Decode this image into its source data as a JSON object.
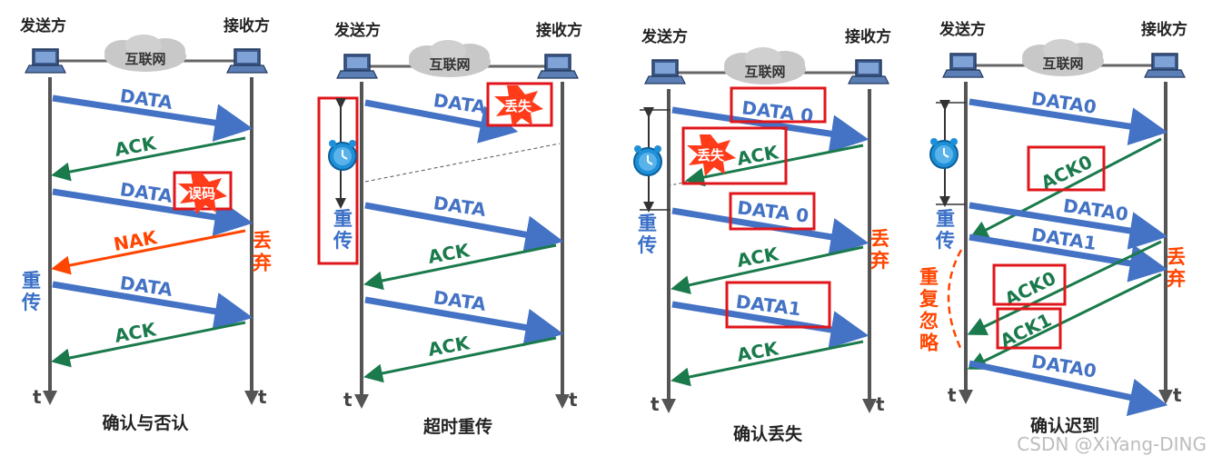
{
  "colors": {
    "data_arrow": "#4472c4",
    "ack_arrow": "#1a7a4c",
    "nak_arrow": "#ff4500",
    "discard_text": "#ff4500",
    "retransmit_text": "#3a6fc7",
    "highlight_box": "#e0161b",
    "timeline": "#555555"
  },
  "panels": [
    {
      "caption": "确认与否认",
      "sender": "发送方",
      "receiver": "接收方",
      "network": "互联网",
      "time_left": "t",
      "time_right": "t",
      "messages": [
        {
          "label": "DATA",
          "kind": "data"
        },
        {
          "label": "ACK",
          "kind": "ack"
        },
        {
          "label": "DATA",
          "kind": "data"
        },
        {
          "label": "NAK",
          "kind": "nak"
        },
        {
          "label": "DATA",
          "kind": "data"
        },
        {
          "label": "ACK",
          "kind": "ack"
        }
      ],
      "burst": "误码",
      "discard": "丢弃",
      "retransmit": "重传"
    },
    {
      "caption": "超时重传",
      "sender": "发送方",
      "receiver": "接收方",
      "network": "互联网",
      "time_left": "t",
      "time_right": "t",
      "messages": [
        {
          "label": "DATA",
          "kind": "data"
        },
        {
          "label": "DATA",
          "kind": "data"
        },
        {
          "label": "ACK",
          "kind": "ack"
        },
        {
          "label": "DATA",
          "kind": "data"
        },
        {
          "label": "ACK",
          "kind": "ack"
        }
      ],
      "burst": "丢失",
      "retransmit": "重传"
    },
    {
      "caption": "确认丢失",
      "sender": "发送方",
      "receiver": "接收方",
      "network": "互联网",
      "time_left": "t",
      "time_right": "t",
      "messages": [
        {
          "label": "DATA 0",
          "kind": "data"
        },
        {
          "label": "ACK",
          "kind": "ack"
        },
        {
          "label": "DATA 0",
          "kind": "data"
        },
        {
          "label": "ACK",
          "kind": "ack"
        },
        {
          "label": "DATA1",
          "kind": "data"
        },
        {
          "label": "ACK",
          "kind": "ack"
        }
      ],
      "burst": "丢失",
      "discard": "丢弃",
      "retransmit": "重传"
    },
    {
      "caption": "确认迟到",
      "sender": "发送方",
      "receiver": "接收方",
      "network": "互联网",
      "time_left": "t",
      "time_right": "t",
      "messages": [
        {
          "label": "DATA0",
          "kind": "data"
        },
        {
          "label": "ACK0",
          "kind": "ack"
        },
        {
          "label": "DATA0",
          "kind": "data"
        },
        {
          "label": "DATA1",
          "kind": "data"
        },
        {
          "label": "ACK0",
          "kind": "ack"
        },
        {
          "label": "ACK1",
          "kind": "ack"
        },
        {
          "label": "DATA0",
          "kind": "data"
        }
      ],
      "discard": "丢弃",
      "retransmit": "重传",
      "ignore_duplicate": "重复忽略"
    }
  ],
  "watermark": "CSDN @XiYang-DING"
}
